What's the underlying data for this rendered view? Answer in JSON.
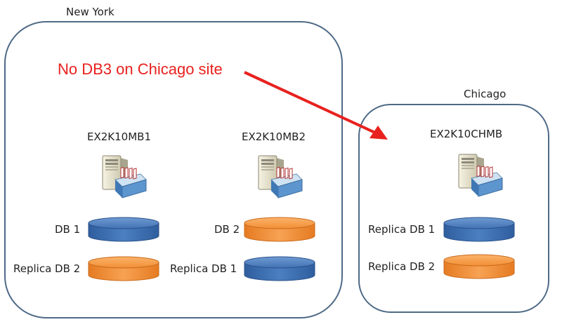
{
  "sites": {
    "new_york": {
      "label": "New York"
    },
    "chicago": {
      "label": "Chicago"
    }
  },
  "annotation": {
    "text": "No DB3 on Chicago site",
    "color": "#e8211e"
  },
  "servers": [
    {
      "name": "EX2K10MB1",
      "databases": [
        {
          "label": "DB 1",
          "color": "blue"
        },
        {
          "label": "Replica DB 2",
          "color": "orange"
        }
      ]
    },
    {
      "name": "EX2K10MB2",
      "databases": [
        {
          "label": "DB 2",
          "color": "orange"
        },
        {
          "label": "Replica DB 1",
          "color": "blue"
        }
      ]
    },
    {
      "name": "EX2K10CHMB",
      "databases": [
        {
          "label": "Replica DB 1",
          "color": "blue"
        },
        {
          "label": "Replica DB 2",
          "color": "orange"
        }
      ]
    }
  ],
  "colors": {
    "blue_db": "#4a7ec0",
    "orange_db": "#f59a45",
    "site_border": "#4e6a86"
  },
  "icons": {
    "server": "server-icon",
    "database": "database-icon",
    "arrow": "arrow-icon"
  }
}
